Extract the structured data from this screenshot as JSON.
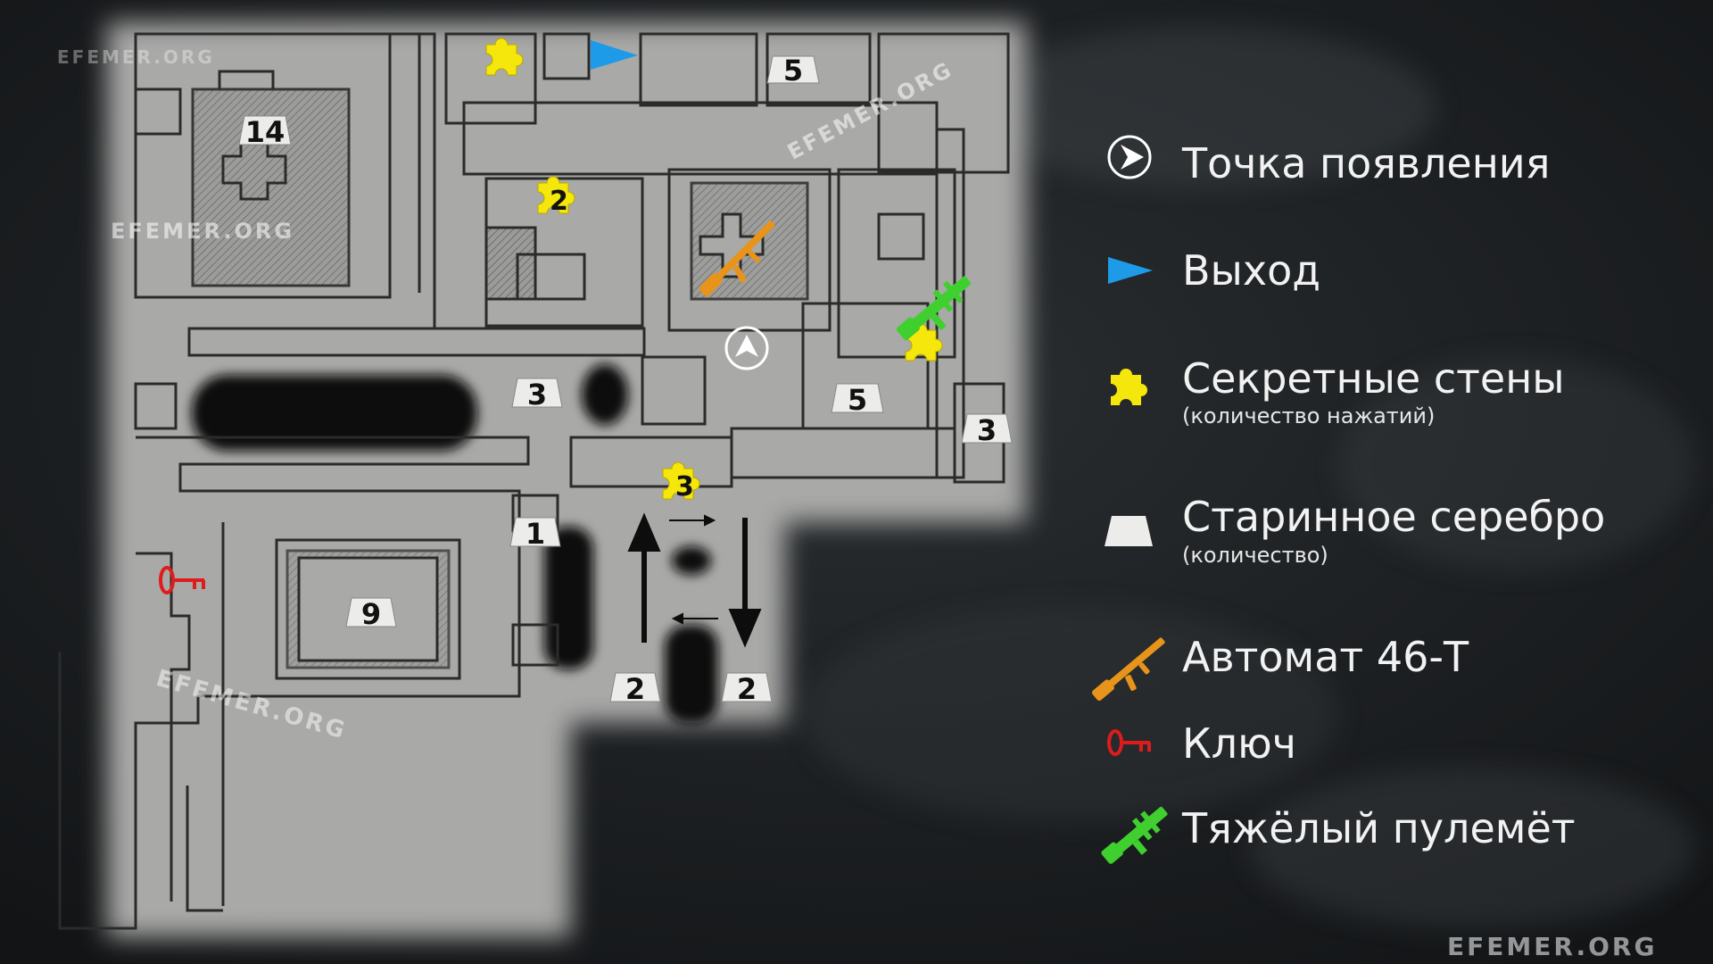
{
  "watermark": "EFEMER.ORG",
  "legend": {
    "spawn": "Точка появления",
    "exit": "Выход",
    "secret_walls": "Секретные стены",
    "secret_walls_note": "(количество нажатий)",
    "silver": "Старинное серебро",
    "silver_note": "(количество)",
    "rifle": "Автомат 46-Т",
    "key": "Ключ",
    "machine_gun": "Тяжёлый пулемёт"
  },
  "map": {
    "silver_counts": {
      "top_right_room": "5",
      "top_left_room": "14",
      "center_right_room": "5",
      "center_corridor": "3",
      "right_alcove": "3",
      "left_passage": "1",
      "big_room_left": "9",
      "shaft_left": "2",
      "shaft_right": "2"
    },
    "secret_wall_counts": {
      "corridor_upper": "2",
      "center_lower": "3"
    }
  },
  "colors": {
    "floor": "#a8a8a6",
    "walls": "#2b2b2b",
    "secret": "#f5e60c",
    "exit": "#1e9be8",
    "rifle": "#e8931a",
    "key": "#e01b1b",
    "machine_gun": "#3fcf2f"
  }
}
